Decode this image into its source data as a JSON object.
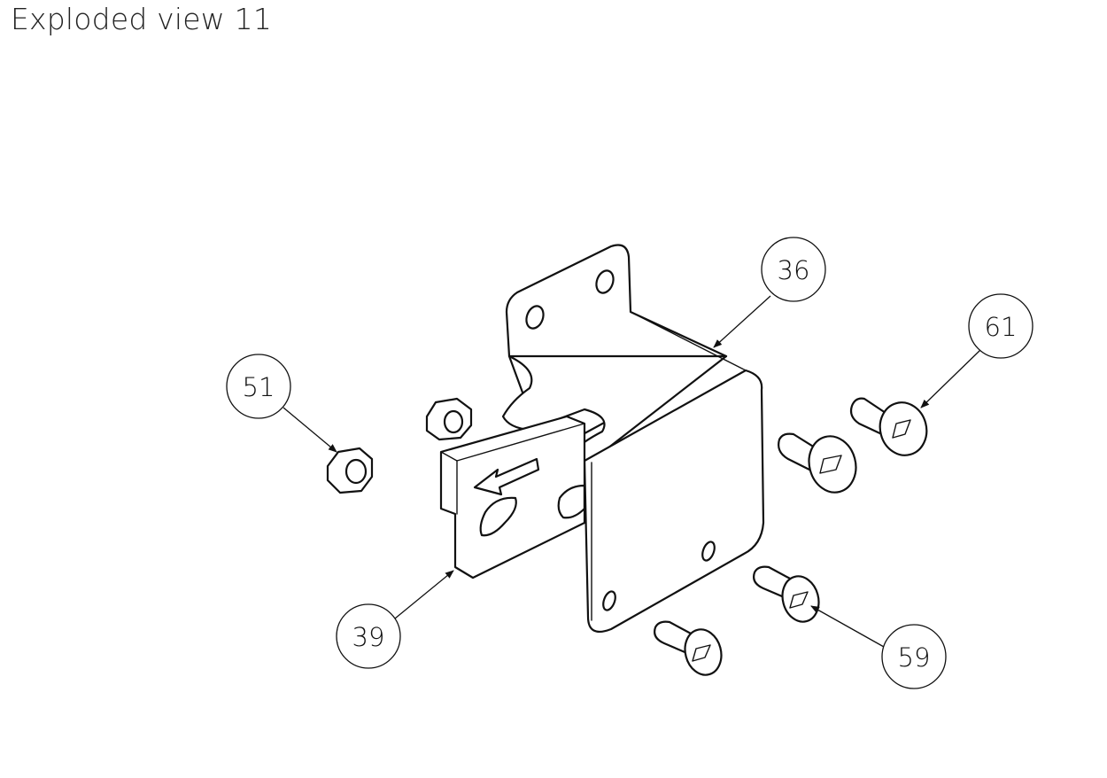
{
  "title": "Exploded view 11",
  "balloons": [
    {
      "id": "36",
      "label": "36"
    },
    {
      "id": "61",
      "label": "61"
    },
    {
      "id": "51",
      "label": "51"
    },
    {
      "id": "39",
      "label": "39"
    },
    {
      "id": "59",
      "label": "59"
    }
  ]
}
